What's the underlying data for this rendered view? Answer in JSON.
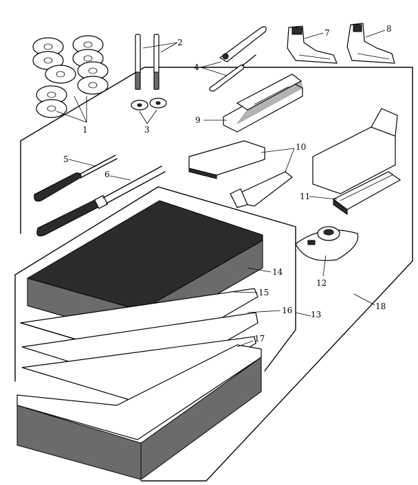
{
  "callouts": {
    "c1": "1",
    "c2": "2",
    "c3": "3",
    "c4": "4",
    "c5": "5",
    "c6": "6",
    "c7": "7",
    "c8": "8",
    "c9": "9",
    "c10": "10",
    "c11": "11",
    "c12": "12",
    "c13": "13",
    "c14": "14",
    "c15": "15",
    "c16": "16",
    "c17": "17",
    "c18": "18"
  },
  "colors": {
    "ink": "#000000",
    "paper": "#ffffff",
    "shade": "#2b2b2b"
  }
}
